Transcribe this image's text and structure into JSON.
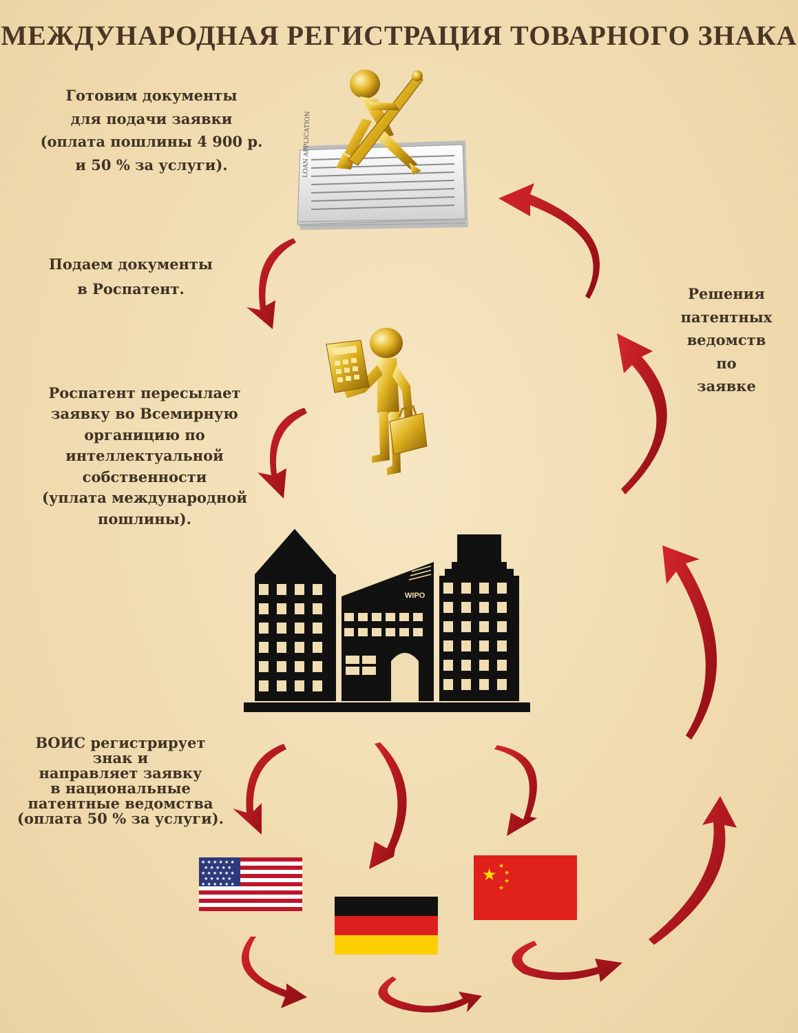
{
  "title": "МЕЖДУНАРОДНАЯ РЕГИСТРАЦИЯ ТОВАРНОГО ЗНАКА",
  "steps": {
    "prepare": [
      "Готовим документы",
      "для подачи заявки",
      "(оплата пошлины 4 900 р.",
      "и 50 % за услуги)."
    ],
    "submit": [
      "Подаем документы",
      "в Роспатент."
    ],
    "forward": [
      "Роспатент пересылает",
      "заявку во Всемирную",
      "органицию по",
      "интеллектуальной",
      "собственности",
      "(уплата международной",
      "пошлины)."
    ],
    "register": [
      "ВОИС регистрирует",
      "знак  и",
      "направляет заявку",
      "в национальные",
      "патентные ведомства",
      "(оплата 50 % за услуги)."
    ],
    "decisions": [
      "Решения",
      "патентных",
      "ведомств",
      "по",
      "заявке"
    ]
  },
  "building_sign": "WIPO",
  "papers_label": "LOAN APPLICATION",
  "flags": [
    "usa-flag",
    "germany-flag",
    "china-flag"
  ],
  "colors": {
    "background": "#f1ddb2",
    "arrow": "#b5121b",
    "title": "#4a3625",
    "gold": "#d6a514",
    "building": "#111111"
  }
}
